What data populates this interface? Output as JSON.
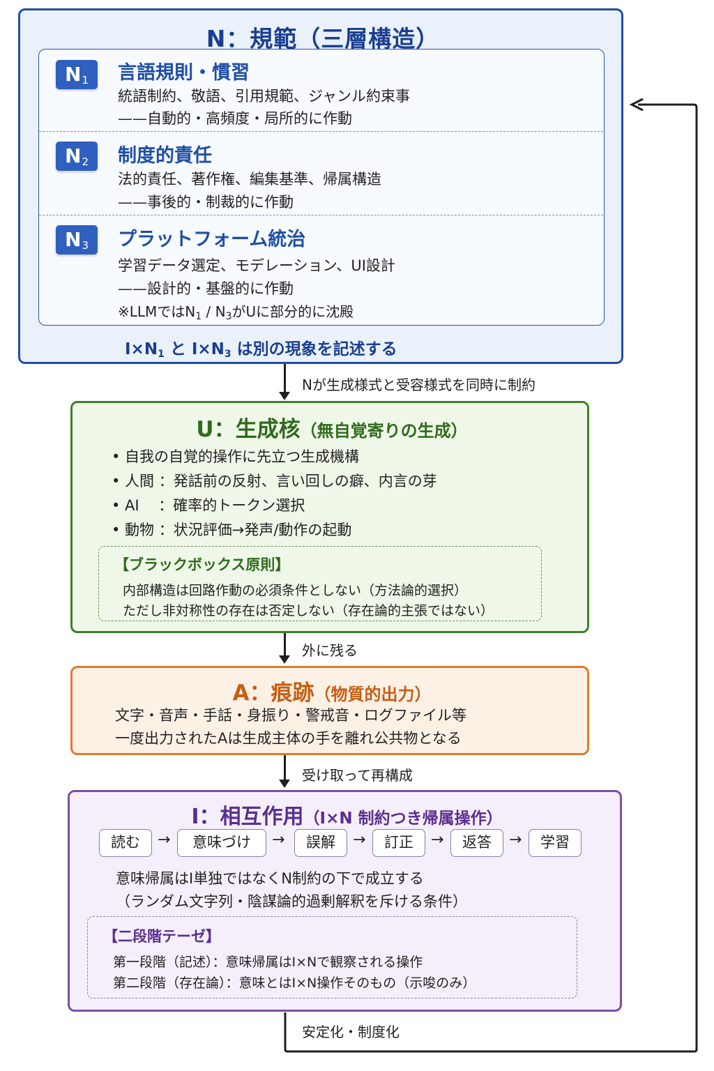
{
  "n": {
    "title": "N：規範（三層構造）",
    "sections": [
      {
        "badge": "N",
        "sub": "1",
        "head": "言語規則・慣習",
        "line1": "統語制約、敬語、引用規範、ジャンル約束事",
        "line2": "——自動的・高頻度・局所的に作動"
      },
      {
        "badge": "N",
        "sub": "2",
        "head": "制度的責任",
        "line1": "法的責任、著作権、編集基準、帰属構造",
        "line2": "——事後的・制裁的に作動"
      },
      {
        "badge": "N",
        "sub": "3",
        "head": "プラットフォーム統治",
        "line1": "学習データ選定、モデレーション、UI設計",
        "line2": "——設計的・基盤的に作動"
      }
    ],
    "note": {
      "p1": "※LLMではN",
      "s1": "1",
      "p2": " / N",
      "s2": "3",
      "p3": "がUに部分的に沈殿"
    },
    "footer": {
      "p1": "I×N",
      "s1": "1",
      "p2": " と I×N",
      "s2": "3",
      "p3": " は別の現象を記述する"
    }
  },
  "connectors": {
    "n_to_u": "Nが生成様式と受容様式を同時に制約",
    "u_to_a": "外に残る",
    "a_to_i": "受け取って再構成",
    "i_to_n": "安定化・制度化"
  },
  "u": {
    "title_main": "U：生成核",
    "title_sub": "（無自覚寄りの生成）",
    "items": [
      "• 自我の自覚的操作に先立つ生成機構",
      "• 人間 ：発話前の反射、言い回しの癖、内言の芽",
      "• AI　 ：確率的トークン選択",
      "• 動物 ：状況評価→発声/動作の起動"
    ],
    "blackbox_title": "【ブラックボックス原則】",
    "blackbox_lines": [
      "内部構造は回路作動の必須条件としない（方法論的選択）",
      "ただし非対称性の存在は否定しない（存在論的主張ではない）"
    ]
  },
  "a": {
    "title_main": "A：痕跡",
    "title_sub": "（物質的出力）",
    "lines": [
      "文字・音声・手話・身振り・警戒音・ログファイル等",
      "一度出力されたAは生成主体の手を離れ公共物となる"
    ]
  },
  "i": {
    "title_main": "I：相互作用",
    "title_sub": "（I×N 制約つき帰属操作）",
    "steps": [
      "読む",
      "意味づけ",
      "誤解",
      "訂正",
      "返答",
      "学習"
    ],
    "step_arrow": "→",
    "lines": [
      "意味帰属はI単独ではなくN制約の下で成立する",
      "（ランダム文字列・陰謀論的過剰解釈を斥ける条件）"
    ],
    "thesis_title": "【二段階テーゼ】",
    "thesis_lines": [
      "第一段階（記述）：意味帰属はI×Nで観察される操作",
      "第二段階（存在論）：意味とはI×N操作そのもの（示唆のみ）"
    ]
  },
  "colors": {
    "n": "#1f4fa3",
    "u": "#3f7f2a",
    "a": "#e07a2c",
    "i": "#7a4fa8"
  }
}
